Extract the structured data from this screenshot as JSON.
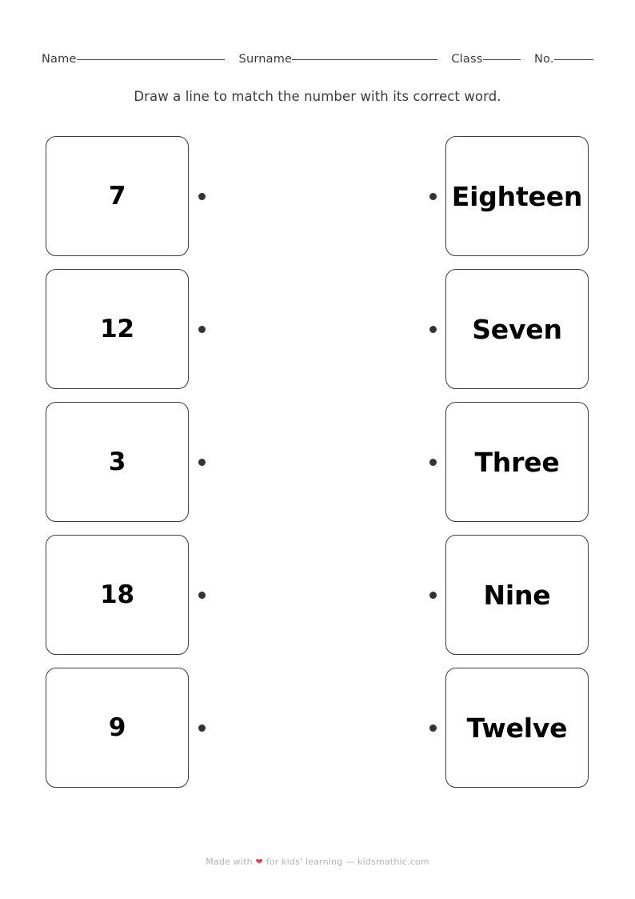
{
  "header": {
    "name_label": "Name",
    "surname_label": "Surname",
    "class_label": "Class",
    "no_label": "No."
  },
  "instruction": "Draw a line to match the number with its correct word.",
  "match_rows": [
    {
      "number": "7",
      "word": "Eighteen"
    },
    {
      "number": "12",
      "word": "Seven"
    },
    {
      "number": "3",
      "word": "Three"
    },
    {
      "number": "18",
      "word": "Nine"
    },
    {
      "number": "9",
      "word": "Twelve"
    }
  ],
  "footer": {
    "prefix": "Made with",
    "heart": "❤",
    "suffix": "for kids' learning — kidsmathic.com"
  },
  "colors": {
    "card_border": "#3b3b3b",
    "dot": "#333333",
    "text": "#000000",
    "instruction_text": "#3c3c3c",
    "footer_text": "#b3b3b3",
    "heart": "#e8394a",
    "background": "#ffffff"
  }
}
